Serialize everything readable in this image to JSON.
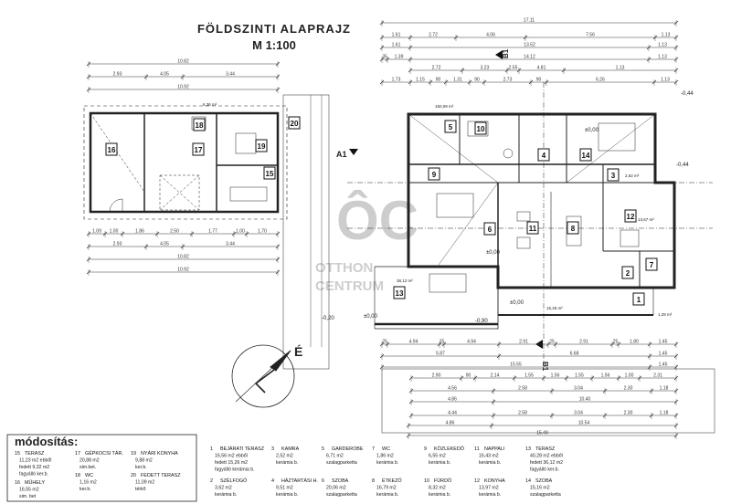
{
  "title": {
    "main": "FÖLDSZINTI ALAPRAJZ",
    "scale": "M 1:100"
  },
  "watermark": {
    "logo": "ÔC",
    "text1": "OTTHON",
    "text2": "CENTRUM"
  },
  "compass": {
    "north": "É"
  },
  "sections": {
    "a1": "A1",
    "b1_top": "B1",
    "b1_bottom": "B1"
  },
  "levels": [
    "-0,44",
    "-0,44",
    "±0,00",
    "±0,00",
    "±0,00",
    "-0,90",
    "±0,00",
    "-0,20"
  ],
  "areas": [
    "150,09 m²",
    "38,12 m²",
    "15,26 m²",
    "13,67 m²",
    "2,62 m²",
    "1,29 m²",
    "6,36 m²"
  ],
  "rooms": [
    "1",
    "2",
    "3",
    "4",
    "5",
    "6",
    "7",
    "8",
    "9",
    "10",
    "11",
    "12",
    "13",
    "14",
    "15",
    "16",
    "17",
    "18",
    "19",
    "20"
  ],
  "dims": {
    "top": [
      [
        "17.11"
      ],
      [
        "1.61",
        "2.72",
        "4.06",
        "7.56",
        "1.13"
      ],
      [
        "1.61",
        "13.52",
        "1.13"
      ],
      [
        "35",
        "1.39",
        "14.12",
        "1.13"
      ],
      [
        "2.72",
        "3.23",
        "2.55",
        "4.81",
        "1.13"
      ],
      [
        "1.73",
        "1.15",
        "90",
        "1.31",
        "90",
        "2.73",
        "90",
        "6.26",
        "1.13"
      ]
    ],
    "bottom": [
      [
        "25",
        "4.94",
        "25",
        "4.94",
        "2.91",
        "25",
        "2.91",
        "25",
        "1.80",
        "1.45"
      ],
      [
        "5.87",
        "6.68",
        "1.45"
      ],
      [
        "15.55",
        "1.45"
      ],
      [
        "2.90",
        "90",
        "2.14",
        "1.55",
        "1.56",
        "1.55",
        "1.56",
        "1.00",
        "2.31"
      ],
      [
        "4.56",
        "2.58",
        "3.04",
        "2.30",
        "1.18"
      ],
      [
        "4.86",
        "10.40"
      ],
      [
        "4.44",
        "2.58",
        "3.04",
        "2.30",
        "1.18"
      ],
      [
        "4.86",
        "10.54"
      ],
      [
        "15.49"
      ]
    ],
    "left_top": [
      [
        "10.82"
      ],
      [
        "2.93",
        "4.05",
        "3.44"
      ],
      [
        "10.92"
      ]
    ],
    "left_bottom": [
      [
        "1.09",
        "1.00",
        "1.86",
        "2.50",
        "1.77",
        "1.00",
        "1.70"
      ],
      [
        "2.93",
        "4.05",
        "3.44"
      ],
      [
        "10.82"
      ],
      [
        "10.92"
      ]
    ]
  },
  "legend_mod": {
    "heading": "módosítás:",
    "entries": [
      {
        "num": "15",
        "name": "TERASZ",
        "lines": [
          "11,23 m2 ebből",
          "fedett 9,32 m2",
          "fagyálló ker.b."
        ]
      },
      {
        "num": "16",
        "name": "MŰHELY",
        "lines": [
          "16,55 m2",
          "sim. bet"
        ]
      },
      {
        "num": "17",
        "name": "GÉPKOCSI TÁR.",
        "lines": [
          "20,88 m2",
          "sim.bet."
        ]
      },
      {
        "num": "18",
        "name": "WC",
        "lines": [
          "1,16 m2",
          "ker.b."
        ]
      },
      {
        "num": "19",
        "name": "NYÁRI KONYHA",
        "lines": [
          "9,88 m2",
          "ker.b."
        ]
      },
      {
        "num": "20",
        "name": "FEDETT TERASZ",
        "lines": [
          "11,09 m2",
          "térkő"
        ]
      }
    ]
  },
  "legend": [
    {
      "num": "1",
      "name": "BEJÁRATI TERASZ",
      "lines": [
        "16,56 m2 ebből",
        "fedett 15,26 m2",
        "fagyálló kerámia b."
      ]
    },
    {
      "num": "2",
      "name": "SZÉLFOGÓ",
      "lines": [
        "3,62  m2",
        "kerámia b."
      ]
    },
    {
      "num": "3",
      "name": "KAMRA",
      "lines": [
        "2,52 m2",
        "kerámia b."
      ]
    },
    {
      "num": "4",
      "name": "HÁZTARTÁSI H.",
      "lines": [
        "9,51 m2",
        "kerámia b."
      ]
    },
    {
      "num": "5",
      "name": "GARDEROBE",
      "lines": [
        "6,71 m2",
        "szalagparketta"
      ]
    },
    {
      "num": "6",
      "name": "SZOBA",
      "lines": [
        "20,06 m2",
        "szalagparketta"
      ]
    },
    {
      "num": "7",
      "name": "WC",
      "lines": [
        "1,86 m2",
        "kerámia b."
      ]
    },
    {
      "num": "8",
      "name": "ÉTKEZŐ",
      "lines": [
        "16,79 m2",
        "kerámia b."
      ]
    },
    {
      "num": "9",
      "name": "KÖZLEKEDŐ",
      "lines": [
        "6,55 m2",
        "kerámia b."
      ]
    },
    {
      "num": "10",
      "name": "FÜRDŐ",
      "lines": [
        "8,32 m2",
        "kerámia b."
      ]
    },
    {
      "num": "11",
      "name": "NAPPALI",
      "lines": [
        "16,43 m2",
        "kerámia b."
      ]
    },
    {
      "num": "12",
      "name": "KONYHA",
      "lines": [
        "13,97 m2",
        "kerámia b."
      ]
    },
    {
      "num": "13",
      "name": "TERASZ",
      "lines": [
        "40,28 m2 ebből",
        "fedett 36,12 m2",
        "fagyálló ker.b."
      ]
    },
    {
      "num": "14",
      "name": "SZOBA",
      "lines": [
        "15,16 m2",
        "szalagparketta"
      ]
    }
  ]
}
